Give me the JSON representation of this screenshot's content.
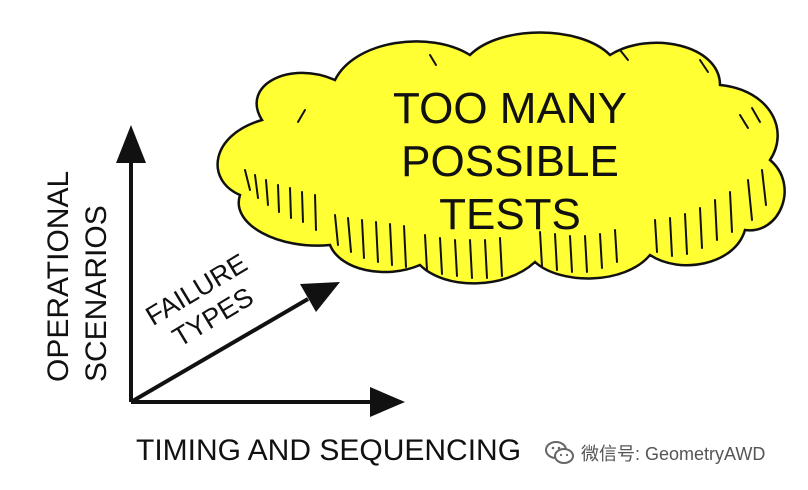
{
  "cloud": {
    "lines": [
      "TOO MANY",
      "POSSIBLE",
      "TESTS"
    ],
    "fill_color": "#ffff33",
    "outline_color": "#111111"
  },
  "axes": {
    "y_label_lines": [
      "OPERATIONAL",
      "SCENARIOS"
    ],
    "diagonal_label_lines": [
      "FAILURE",
      "TYPES"
    ],
    "x_label": "TIMING AND SEQUENCING"
  },
  "watermark": {
    "text": "微信号: GeometryAWD",
    "icon": "wechat-icon"
  }
}
